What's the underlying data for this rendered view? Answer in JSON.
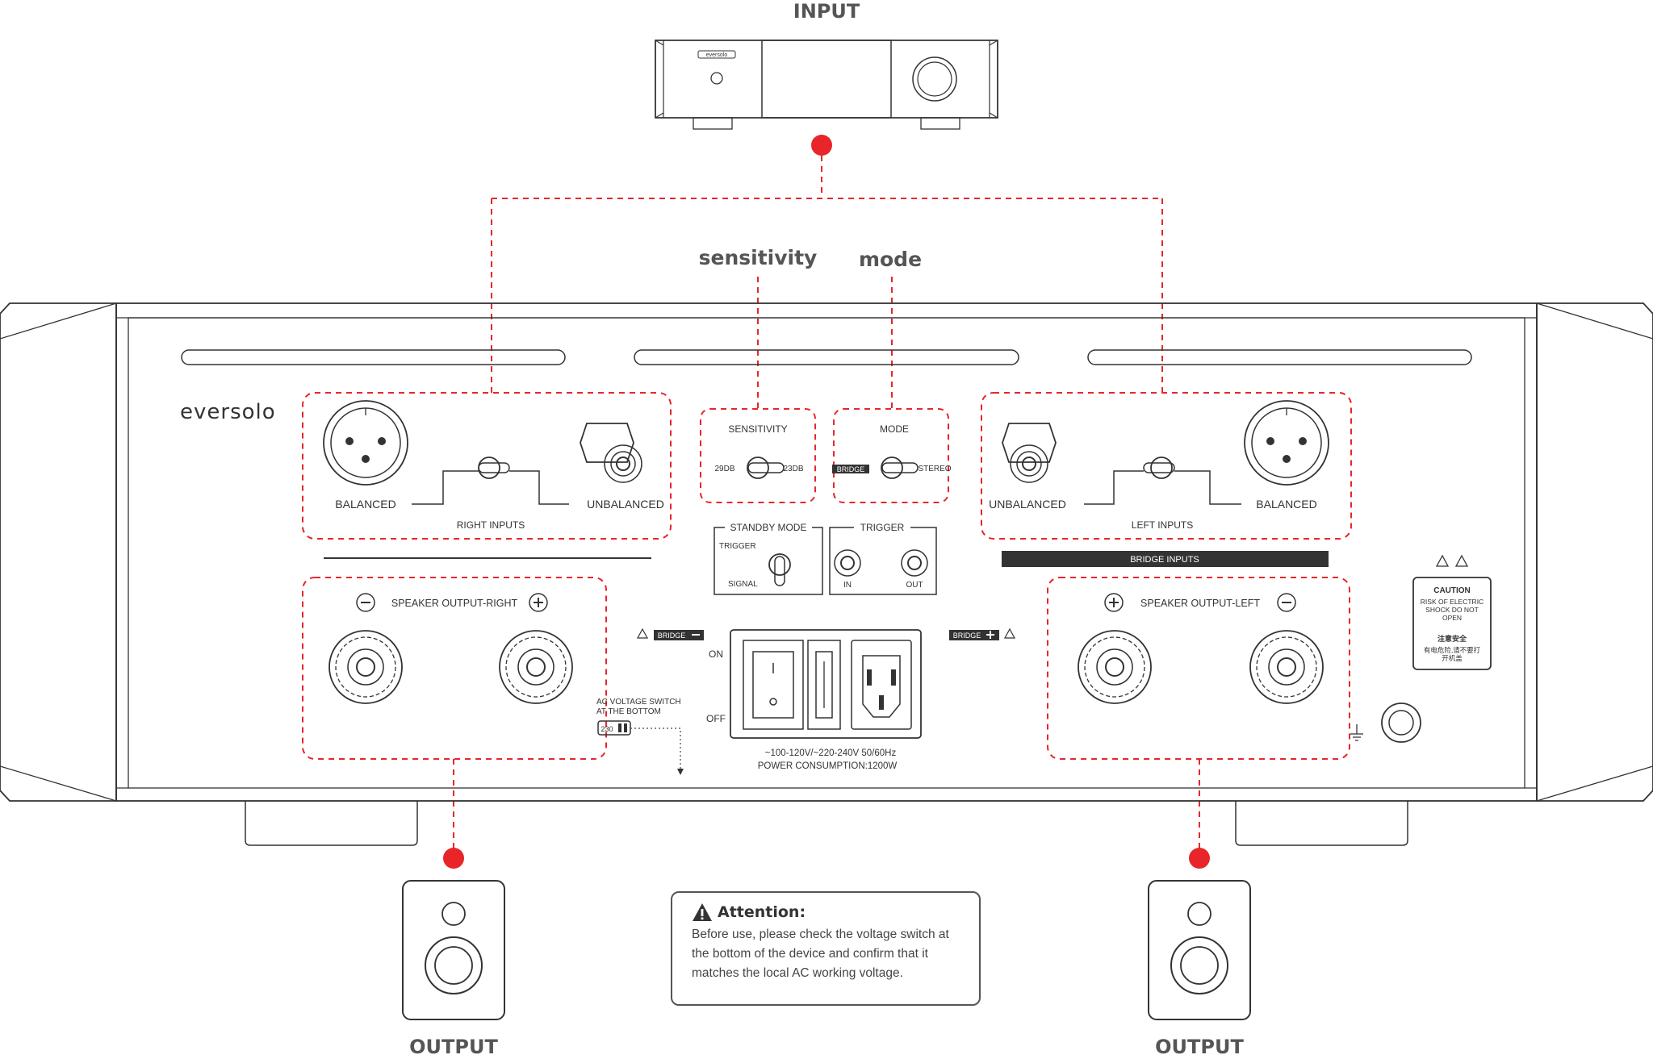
{
  "labels": {
    "input": "INPUT",
    "output_left": "OUTPUT",
    "output_right": "OUTPUT",
    "sensitivity_callout": "sensitivity",
    "mode_callout": "mode",
    "brand": "eversolo",
    "device_brand": "eversolo",
    "balanced_r": "BALANCED",
    "unbalanced_r": "UNBALANCED",
    "right_inputs": "RIGHT INPUTS",
    "unbalanced_l": "UNBALANCED",
    "balanced_l": "BALANCED",
    "left_inputs": "LEFT INPUTS",
    "bridge_inputs": "BRIDGE INPUTS",
    "sensitivity": "SENSITIVITY",
    "sens_29": "29DB",
    "sens_23": "23DB",
    "mode": "MODE",
    "mode_bridge": "BRIDGE",
    "mode_stereo": "STEREO",
    "standby_mode": "STANDBY MODE",
    "standby_trigger": "TRIGGER",
    "standby_signal": "SIGNAL",
    "trigger": "TRIGGER",
    "trigger_in": "IN",
    "trigger_out": "OUT",
    "speaker_right": "SPEAKER OUTPUT-RIGHT",
    "speaker_left": "SPEAKER OUTPUT-LEFT",
    "bridge_minus": "BRIDGE",
    "bridge_plus": "BRIDGE",
    "on": "ON",
    "off": "OFF",
    "ac_switch_1": "AC VOLTAGE SWITCH",
    "ac_switch_2": "AT THE BOTTOM",
    "ac_switch_value": "230",
    "voltage": "~100-120V/~220-240V   50/60Hz",
    "power": "POWER CONSUMPTION:1200W",
    "caution_title": "CAUTION",
    "caution_1": "RISK OF ELECTRIC",
    "caution_2": "SHOCK DO NOT",
    "caution_3": "OPEN",
    "caution_cn_title": "注意安全",
    "caution_cn_1": "有电危险,请不要打",
    "caution_cn_2": "开机盖"
  },
  "attention": {
    "title": "Attention:",
    "text": "Before use, please check the voltage switch at the bottom of the device and confirm that it matches the local AC working voltage."
  },
  "colors": {
    "accent": "#e8262a",
    "line": "#333333"
  }
}
